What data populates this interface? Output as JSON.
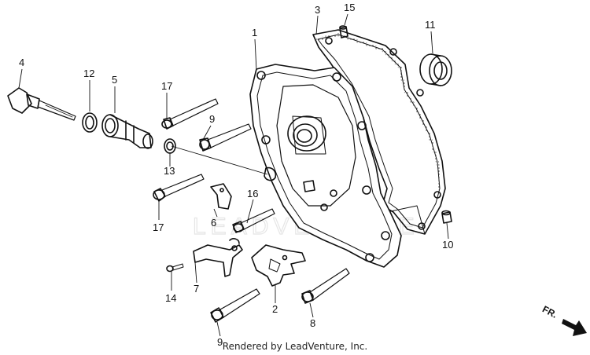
{
  "callouts": {
    "c1": "1",
    "c2": "2",
    "c3": "3",
    "c4": "4",
    "c5": "5",
    "c6": "6",
    "c7": "7",
    "c8": "8",
    "c9a": "9",
    "c9b": "9",
    "c10": "10",
    "c11": "11",
    "c12": "12",
    "c13": "13",
    "c14": "14",
    "c15": "15",
    "c16": "16",
    "c17a": "17",
    "c17b": "17"
  },
  "direction_label": "FR.",
  "footer": "Rendered by LeadVenture, Inc.",
  "watermark": "LEADVENTURE"
}
